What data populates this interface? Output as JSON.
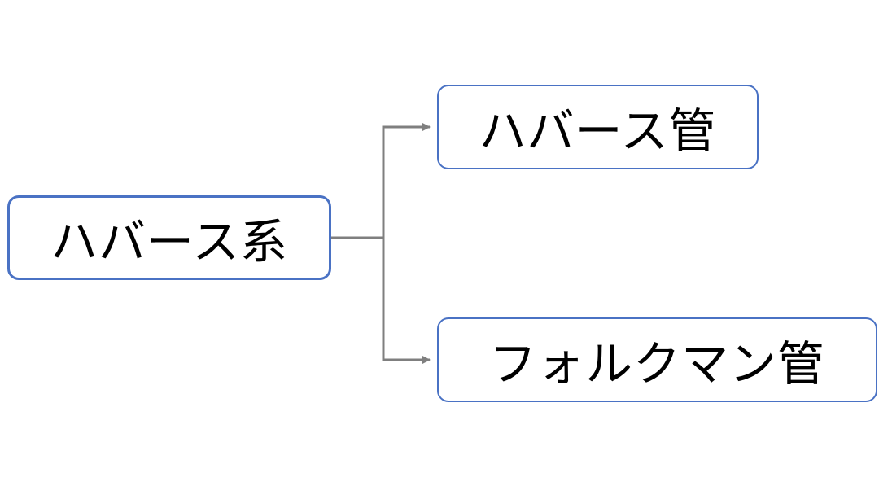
{
  "diagram": {
    "root": {
      "label": "ハバース系"
    },
    "children": [
      {
        "label": "ハバース管"
      },
      {
        "label": "フォルクマン管"
      }
    ]
  },
  "colors": {
    "node_border": "#4a72c4",
    "connector": "#7f7f7f",
    "text": "#000000"
  }
}
